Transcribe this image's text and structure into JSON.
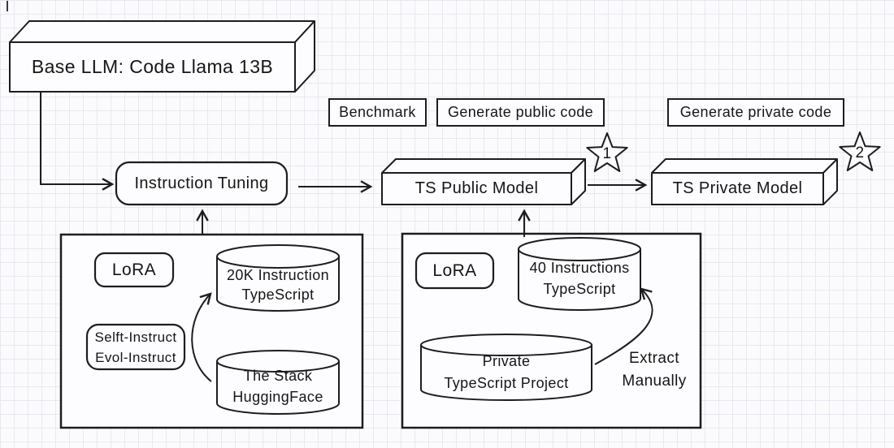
{
  "diagram": {
    "title_node": "Base LLM: Code Llama 13B",
    "labels": {
      "benchmark": "Benchmark",
      "generate_public": "Generate public code",
      "generate_private": "Generate private code"
    },
    "process": {
      "instruction_tuning": "Instruction Tuning",
      "ts_public_model": "TS Public Model",
      "ts_private_model": "TS Private Model"
    },
    "stars": {
      "star1": "1",
      "star2": "2"
    },
    "left_group": {
      "lora": "LoRA",
      "method_line1": "Selft-Instruct",
      "method_line2": "Evol-Instruct",
      "dataset_line1": "20K Instruction",
      "dataset_line2": "TypeScript",
      "source_line1": "The Stack",
      "source_line2": "HuggingFace"
    },
    "right_group": {
      "lora": "LoRA",
      "dataset_line1": "40 Instructions",
      "dataset_line2": "TypeScript",
      "source_line1": "Private",
      "source_line2": "TypeScript Project",
      "note_line1": "Extract",
      "note_line2": "Manually"
    },
    "colors": {
      "stroke": "#1d1d1f",
      "shape_fill": "#fdfcfe",
      "background": "#fbfafc",
      "grid": "#eae8ef",
      "text": "#161616"
    }
  }
}
